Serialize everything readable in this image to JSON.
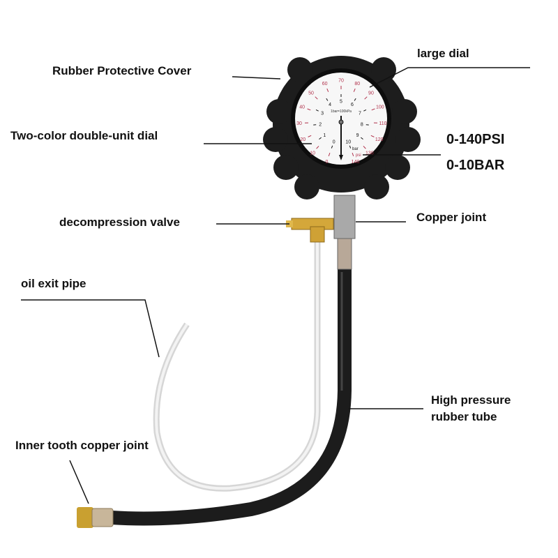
{
  "labels": {
    "rubber_cover": "Rubber Protective Cover",
    "large_dial": "large dial",
    "two_color_dial": "Two-color double-unit dial",
    "psi_range": "0-140PSI",
    "bar_range": "0-10BAR",
    "decompression_valve": "decompression valve",
    "copper_joint": "Copper joint",
    "oil_exit_pipe": "oil exit pipe",
    "high_pressure_line1": "High pressure",
    "high_pressure_line2": "rubber tube",
    "inner_tooth_joint": "Inner tooth copper joint"
  },
  "dial": {
    "psi_ticks": [
      "0",
      "10",
      "20",
      "30",
      "40",
      "50",
      "60",
      "70",
      "80",
      "90",
      "100",
      "110",
      "120",
      "130",
      "140"
    ],
    "bar_ticks": [
      "0",
      "1",
      "2",
      "3",
      "4",
      "5",
      "6",
      "7",
      "8",
      "9",
      "10"
    ],
    "unit_note": "1bar=100kPa",
    "bar_unit": "bar",
    "psi_unit": "psi",
    "colors": {
      "psi": "#b0304a",
      "bar": "#111111"
    }
  }
}
